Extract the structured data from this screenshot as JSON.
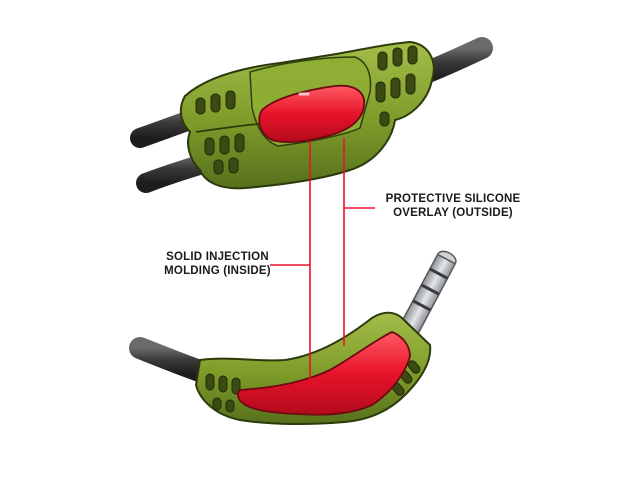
{
  "labels": {
    "outside": {
      "line1": "PROTECTIVE SILICONE",
      "line2": "OVERLAY (OUTSIDE)"
    },
    "inside": {
      "line1": "SOLID INJECTION",
      "line2": "MOLDING (INSIDE)"
    }
  },
  "colors": {
    "silicone_overlay": "#7e9b2a",
    "silicone_shadow": "#4e6418",
    "silicone_highlight": "#a3bd48",
    "injection_molding": "#e8132a",
    "cable": "#3a3a3a",
    "connector": "#b9bcc0",
    "leader_line": "#e8132a"
  },
  "icons": [
    "splitter-icon",
    "audio-jack-icon"
  ]
}
